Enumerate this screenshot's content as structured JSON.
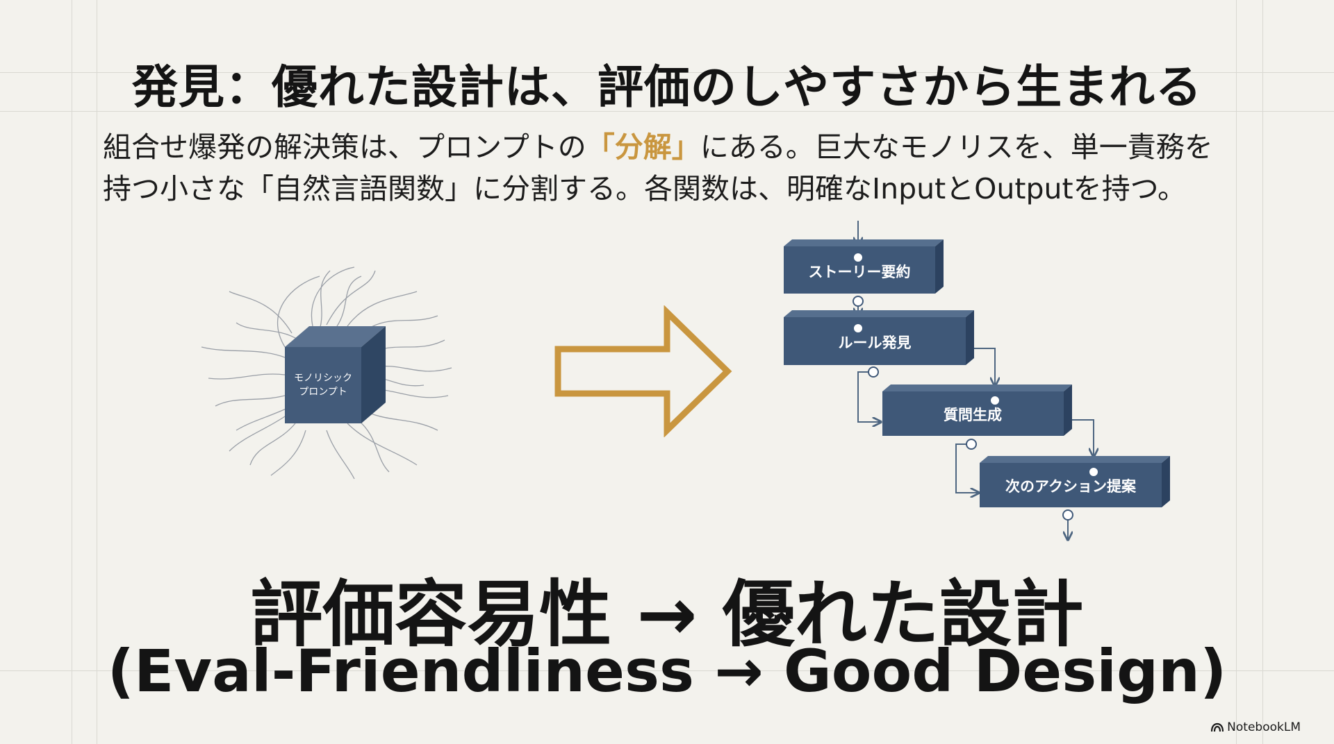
{
  "slide": {
    "title": "発見：優れた設計は、評価のしやすさから生まれる",
    "body": {
      "line1_before": "組合せ爆発の解決策は、プロンプトの",
      "line1_highlight": "「分解」",
      "line1_after": "にある。巨大なモノリスを、単一責務を",
      "line2": "持つ小さな「自然言語関数」に分割する。各関数は、明確なInputとOutputを持つ。"
    },
    "monolith": {
      "line1": "モノリシック",
      "line2": "プロンプト"
    },
    "flow_steps": [
      "ストーリー要約",
      "ルール発見",
      "質問生成",
      "次のアクション提案"
    ],
    "bottom_main": "評価容易性 → 優れた設計",
    "bottom_sub": "(Eval-Friendliness → Good Design)",
    "brand": "NotebookLM"
  },
  "colors": {
    "accent": "#c9963f",
    "box_fill": "#3f5878",
    "box_top": "#566f8e",
    "box_side": "#2c4260",
    "connector": "#4d6580"
  },
  "icons": {
    "brand_icon": "notebooklm-icon",
    "transform_arrow": "right-arrow-outline-icon"
  }
}
